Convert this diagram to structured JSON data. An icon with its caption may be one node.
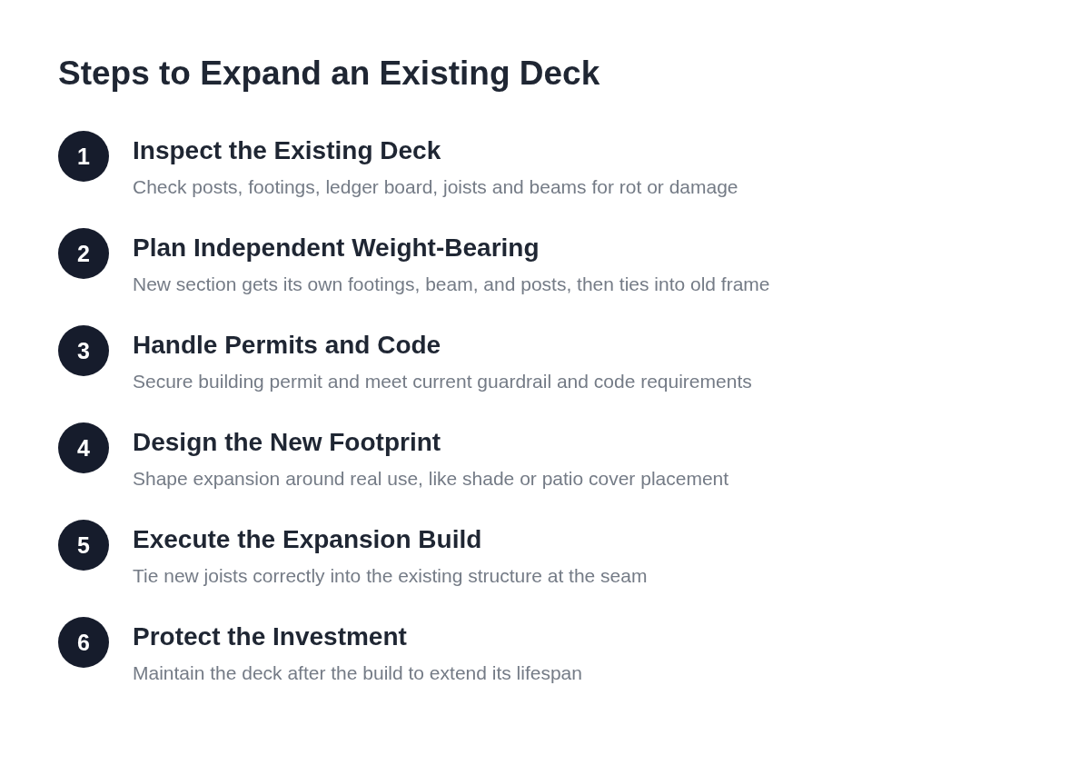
{
  "diagram": {
    "title": "Steps to Expand an Existing Deck",
    "nodes": [
      {
        "text": [
          "1"
        ],
        "beside": [
          "Inspect the Existing Deck",
          "Check posts, footings, ledger board, joists and beams for rot or damage"
        ]
      },
      {
        "text": [
          "2"
        ],
        "beside": [
          "Plan Independent Weight-Bearing",
          "New section gets its own footings, beam, and posts, then ties into old frame"
        ]
      },
      {
        "text": [
          "3"
        ],
        "beside": [
          "Handle Permits and Code",
          "Secure building permit and meet current guardrail and code requirements"
        ]
      },
      {
        "text": [
          "4"
        ],
        "beside": [
          "Design the New Footprint",
          "Shape expansion around real use, like shade or patio cover placement"
        ]
      },
      {
        "text": [
          "5"
        ],
        "beside": [
          "Execute the Expansion Build",
          "Tie new joists correctly into the existing structure at the seam"
        ]
      },
      {
        "text": [
          "6"
        ],
        "beside": [
          "Protect the Investment",
          "Maintain the deck after the build to extend its lifespan"
        ]
      }
    ]
  }
}
